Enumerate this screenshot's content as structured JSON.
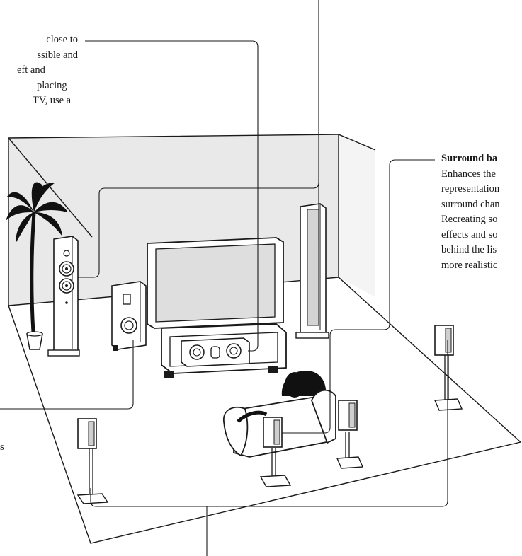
{
  "annotations": {
    "front_lr_tail": "sible",
    "front_lr_lines": [
      "close to",
      "ssible and",
      "eft and",
      "placing",
      "TV, use a"
    ],
    "surround_back_title": "Surround ba",
    "surround_back_lines": [
      "Enhances the",
      "representation",
      "surround chan",
      "Recreating so",
      "effects and so",
      "behind the lis",
      "more realistic"
    ],
    "subwoofer_tail": "s"
  },
  "colors": {
    "line": "#1a1a1a",
    "wall_fill": "#e9e9e9",
    "screen_fill": "#dedede",
    "speaker_panel": "#d4d4d4",
    "silhouette": "#111111"
  }
}
